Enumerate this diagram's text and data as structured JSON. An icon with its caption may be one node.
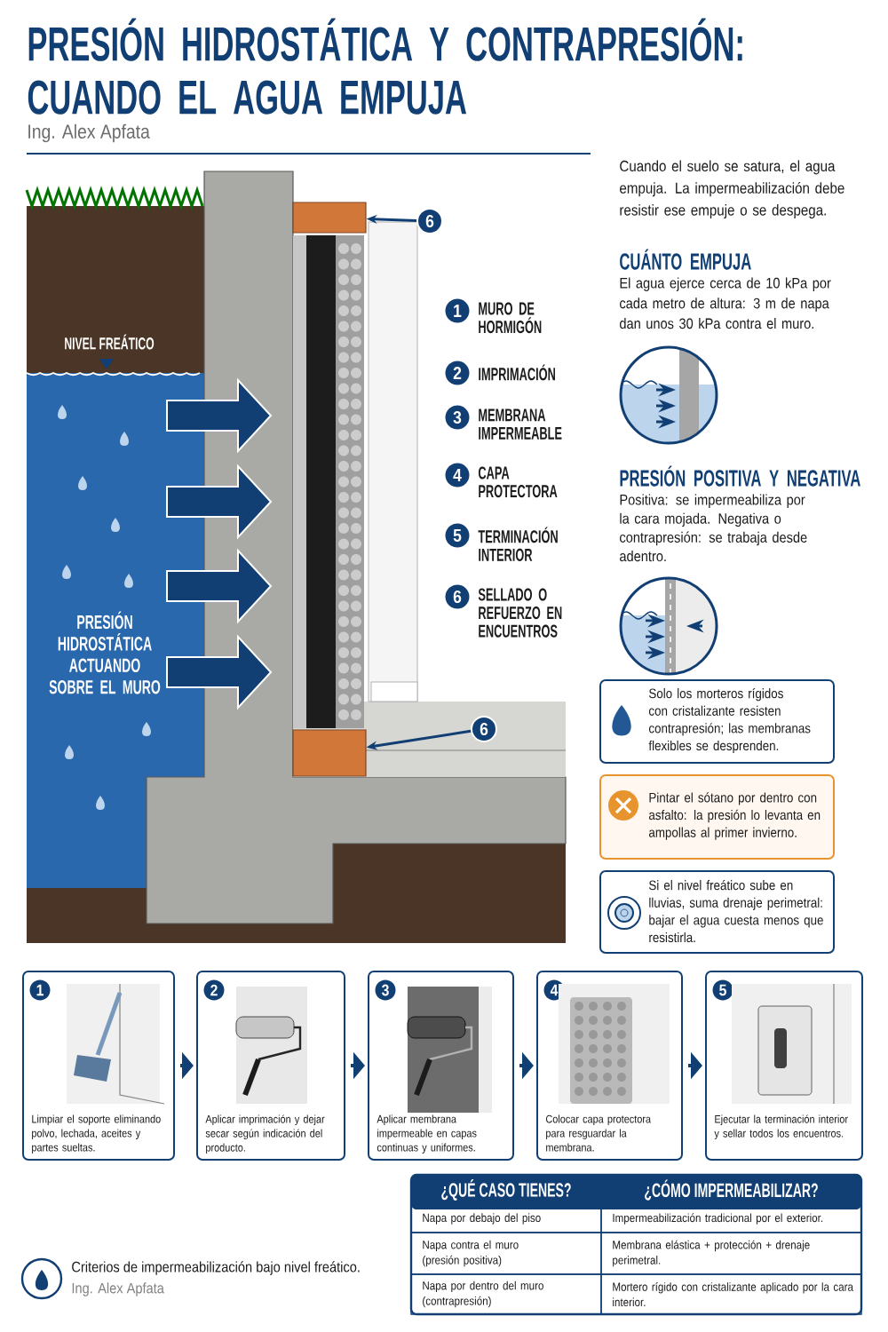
{
  "diagram": {
    "title": "PRESIÓN HIDROSTÁTICA Y CONTRAPRESIÓN: CUANDO EL AGUA EMPUJA",
    "nodes": [
      {
        "text": [
          "6"
        ]
      },
      {
        "text": [],
        "shape": "bar"
      },
      {
        "text": [
          "1"
        ],
        "beside": [
          "MURO DE HORMIGÓN"
        ]
      },
      {
        "text": [
          "2"
        ],
        "beside": [
          "IMPRIMACIÓN"
        ]
      },
      {
        "text": [
          "3"
        ],
        "beside": [
          "MEMBRANA IMPERMEABLE"
        ]
      },
      {
        "text": [
          "4"
        ],
        "beside": [
          "CAPA PROTECTORA"
        ]
      },
      {
        "text": [
          "5"
        ],
        "beside": [
          "TERMINACIÓN INTERIOR"
        ]
      },
      {
        "text": [
          "6"
        ],
        "beside": [
          "SELLADO O REFUERZO EN ENCUENTROS"
        ]
      },
      {
        "text": [
          "6"
        ]
      },
      {
        "text": [],
        "shape": "bar"
      },
      {
        "text": [
          "Solo los morteros rígidos con cristalizante resisten contrapresión; las membranas flexibles se desprenden."
        ]
      },
      {
        "text": [
          "Pintar el sótano por dentro con asfalto: la presión lo levanta en ampollas al primer invierno."
        ]
      },
      {
        "text": [
          "Si el nivel freático sube en lluvias, suma drenaje perimetral: bajar el agua cuesta menos que resistirla."
        ]
      },
      {
        "text": [
          "1",
          "Limpiar el soporte eliminando polvo, lechada, aceites y partes sueltas."
        ]
      },
      {
        "text": [
          "2",
          "Aplicar imprimación y dejar secar según indicación del producto."
        ]
      },
      {
        "text": [
          "3",
          "Aplicar membrana impermeable en capas continuas y uniformes."
        ]
      },
      {
        "text": [
          "4",
          "Colocar capa protectora para resguardar la membrana."
        ]
      },
      {
        "text": [
          "5",
          "Ejecutar la terminación interior y sellar todos los encuentros."
        ]
      }
    ],
    "edges": [
      {
        "from": 0,
        "to": 1,
        "arrow": "to"
      },
      {
        "from": 8,
        "to": 9,
        "arrow": "to"
      },
      {
        "from": 13,
        "to": 14,
        "arrow": "to"
      },
      {
        "from": 14,
        "to": 15,
        "arrow": "to"
      },
      {
        "from": 15,
        "to": 16,
        "arrow": "to"
      },
      {
        "from": 16,
        "to": 17,
        "arrow": "to"
      }
    ],
    "labels": [
      "Ing. Alex Apfata",
      "NIVEL FREÁTICO",
      "PRESIÓN HIDROSTÁTICA ACTUANDO SOBRE EL MURO",
      "Cuando el suelo se satura, el agua empuja. La impermeabilización debe resistir ese empuje o se despega.",
      "CUÁNTO EMPUJA",
      "El agua ejerce cerca de 10 kPa por cada metro de altura: 3 m de napa dan unos 30 kPa contra el muro.",
      "PRESIÓN POSITIVA Y NEGATIVA",
      "Positiva: se impermeabiliza por la cara mojada. Negativa o contrapresión: se trabaja desde adentro.",
      "¿QUÉ CASO TIENES?",
      "¿CÓMO IMPERMEABILIZAR?",
      "Napa por debajo del piso",
      "Impermeabilización tradicional por el exterior.",
      "Napa contra el muro (presión positiva)",
      "Membrana elástica + protección + drenaje perimetral.",
      "Napa por dentro del muro (contrapresión)",
      "Mortero rígido con cristalizante aplicado por la cara interior.",
      "Criterios de impermeabilización bajo nivel freático.",
      "Ing. Alex Apfata"
    ]
  }
}
